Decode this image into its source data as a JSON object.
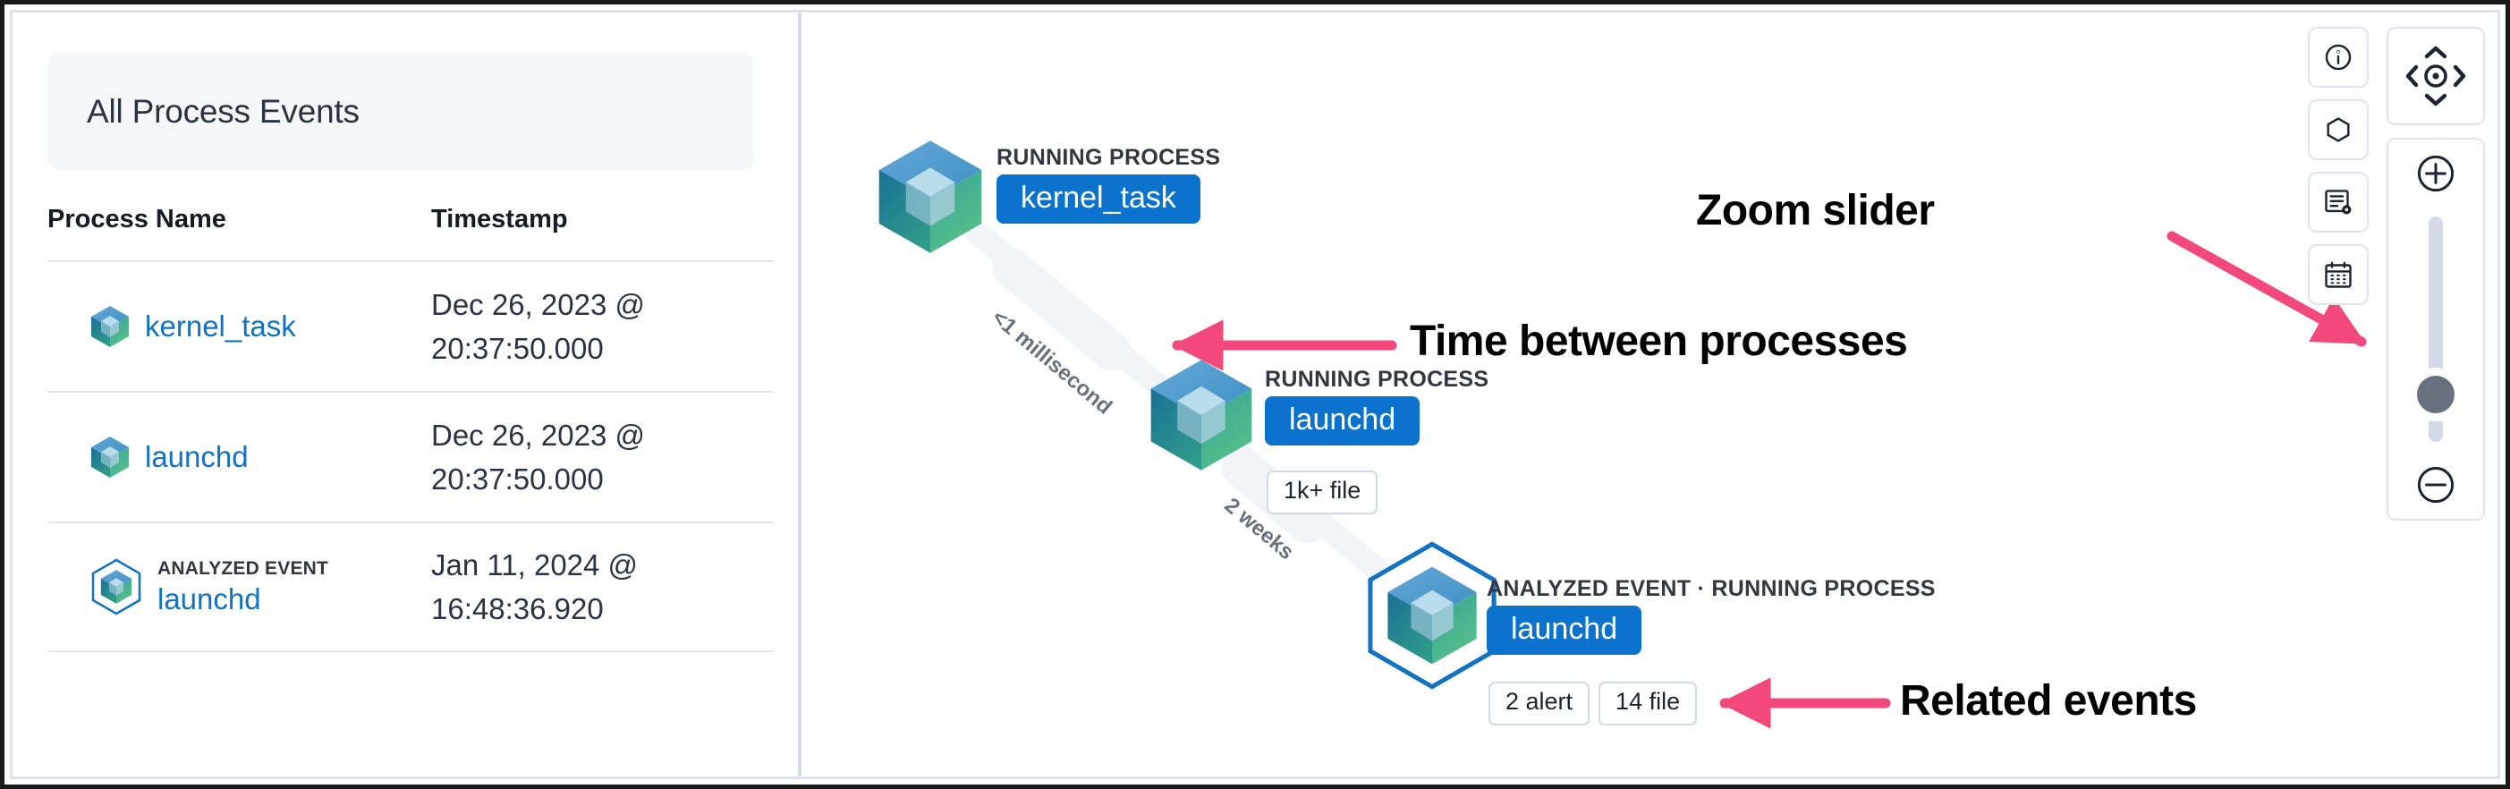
{
  "left_panel": {
    "header_title": "All Process Events",
    "table": {
      "columns": [
        "Process Name",
        "Timestamp"
      ],
      "rows": [
        {
          "tag": "",
          "process_name": "kernel_task",
          "icon": "process-cube-icon",
          "timestamp_date": "Dec 26, 2023 @",
          "timestamp_time": "20:37:50.000"
        },
        {
          "tag": "",
          "process_name": "launchd",
          "icon": "process-cube-icon",
          "timestamp_date": "Dec 26, 2023 @",
          "timestamp_time": "20:37:50.000"
        },
        {
          "tag": "ANALYZED EVENT",
          "process_name": "launchd",
          "icon": "analyzed-event-cube-icon",
          "timestamp_date": "Jan 11, 2024 @",
          "timestamp_time": "16:48:36.920"
        }
      ]
    }
  },
  "graph": {
    "nodes": [
      {
        "kind": "RUNNING PROCESS",
        "name": "kernel_task",
        "badges": [],
        "analyzed": false
      },
      {
        "kind": "RUNNING PROCESS",
        "name": "launchd",
        "badges": [
          "1k+ file"
        ],
        "analyzed": false
      },
      {
        "kind": "ANALYZED EVENT · RUNNING PROCESS",
        "name": "launchd",
        "badges": [
          "2 alert",
          "14 file"
        ],
        "analyzed": true
      }
    ],
    "edges": [
      {
        "label": "<1 millisecond"
      },
      {
        "label": "2 weeks"
      }
    ]
  },
  "annotations": [
    {
      "text": "Time between processes",
      "target": "edge-time-label"
    },
    {
      "text": "Zoom slider",
      "target": "zoom-slider"
    },
    {
      "text": "Related events",
      "target": "node-badges"
    }
  ],
  "toolbar": {
    "buttons": [
      {
        "name": "info-icon",
        "label": "Info"
      },
      {
        "name": "hexagon-icon",
        "label": "Node options"
      },
      {
        "name": "list-settings-icon",
        "label": "Legend settings"
      },
      {
        "name": "calendar-icon",
        "label": "Date picker"
      }
    ],
    "nav_pad": {
      "name": "navigation-pad",
      "center": "center-icon",
      "up": "up-chevron",
      "down": "down-chevron",
      "left": "left-chevron",
      "right": "right-chevron"
    },
    "zoom": {
      "in": "zoom-in-icon",
      "out": "zoom-out-icon",
      "slider": "zoom-slider-thumb"
    }
  },
  "colors": {
    "accent_blue": "#0b72ce",
    "annotation_pink": "#f2487c",
    "link_blue": "#1272c4",
    "panel_bg": "#f5f7fa",
    "border": "#e0e4ee"
  }
}
